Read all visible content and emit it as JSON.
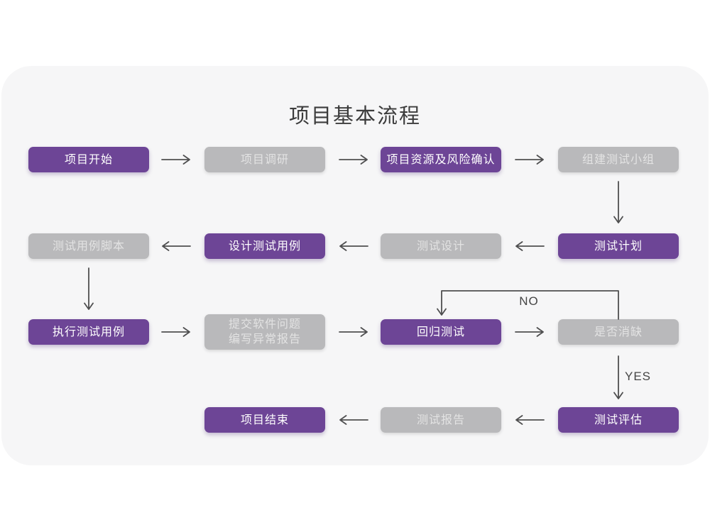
{
  "title": "项目基本流程",
  "colors": {
    "page_bg": "#ffffff",
    "card_bg": "#f6f6f7",
    "node_purple": "#6d4596",
    "node_gray": "#b9b9bb",
    "node_text_purple": "#ffffff",
    "node_text_gray": "#e3e3e3",
    "title_text": "#3c3c3c",
    "arrow": "#4f4f50",
    "edge_label_text": "#454545"
  },
  "nodes": [
    {
      "id": "project-start",
      "label": "项目开始",
      "variant": "purple"
    },
    {
      "id": "project-research",
      "label": "项目调研",
      "variant": "gray"
    },
    {
      "id": "resources-risk-confirm",
      "label": "项目资源及风险确认",
      "variant": "purple"
    },
    {
      "id": "build-test-team",
      "label": "组建测试小组",
      "variant": "gray"
    },
    {
      "id": "test-plan",
      "label": "测试计划",
      "variant": "purple"
    },
    {
      "id": "test-design",
      "label": "测试设计",
      "variant": "gray"
    },
    {
      "id": "design-test-cases",
      "label": "设计测试用例",
      "variant": "purple"
    },
    {
      "id": "test-case-scripts",
      "label": "测试用例脚本",
      "variant": "gray"
    },
    {
      "id": "execute-test-cases",
      "label": "执行测试用例",
      "variant": "purple"
    },
    {
      "id": "submit-issues-report",
      "label": "提交软件问题\n编写异常报告",
      "variant": "gray"
    },
    {
      "id": "regression-test",
      "label": "回归测试",
      "variant": "purple"
    },
    {
      "id": "defect-cleared",
      "label": "是否消缺",
      "variant": "gray"
    },
    {
      "id": "test-evaluation",
      "label": "测试评估",
      "variant": "purple"
    },
    {
      "id": "test-report",
      "label": "测试报告",
      "variant": "gray"
    },
    {
      "id": "project-end",
      "label": "项目结束",
      "variant": "purple"
    }
  ],
  "edge_labels": {
    "no": "NO",
    "yes": "YES"
  }
}
